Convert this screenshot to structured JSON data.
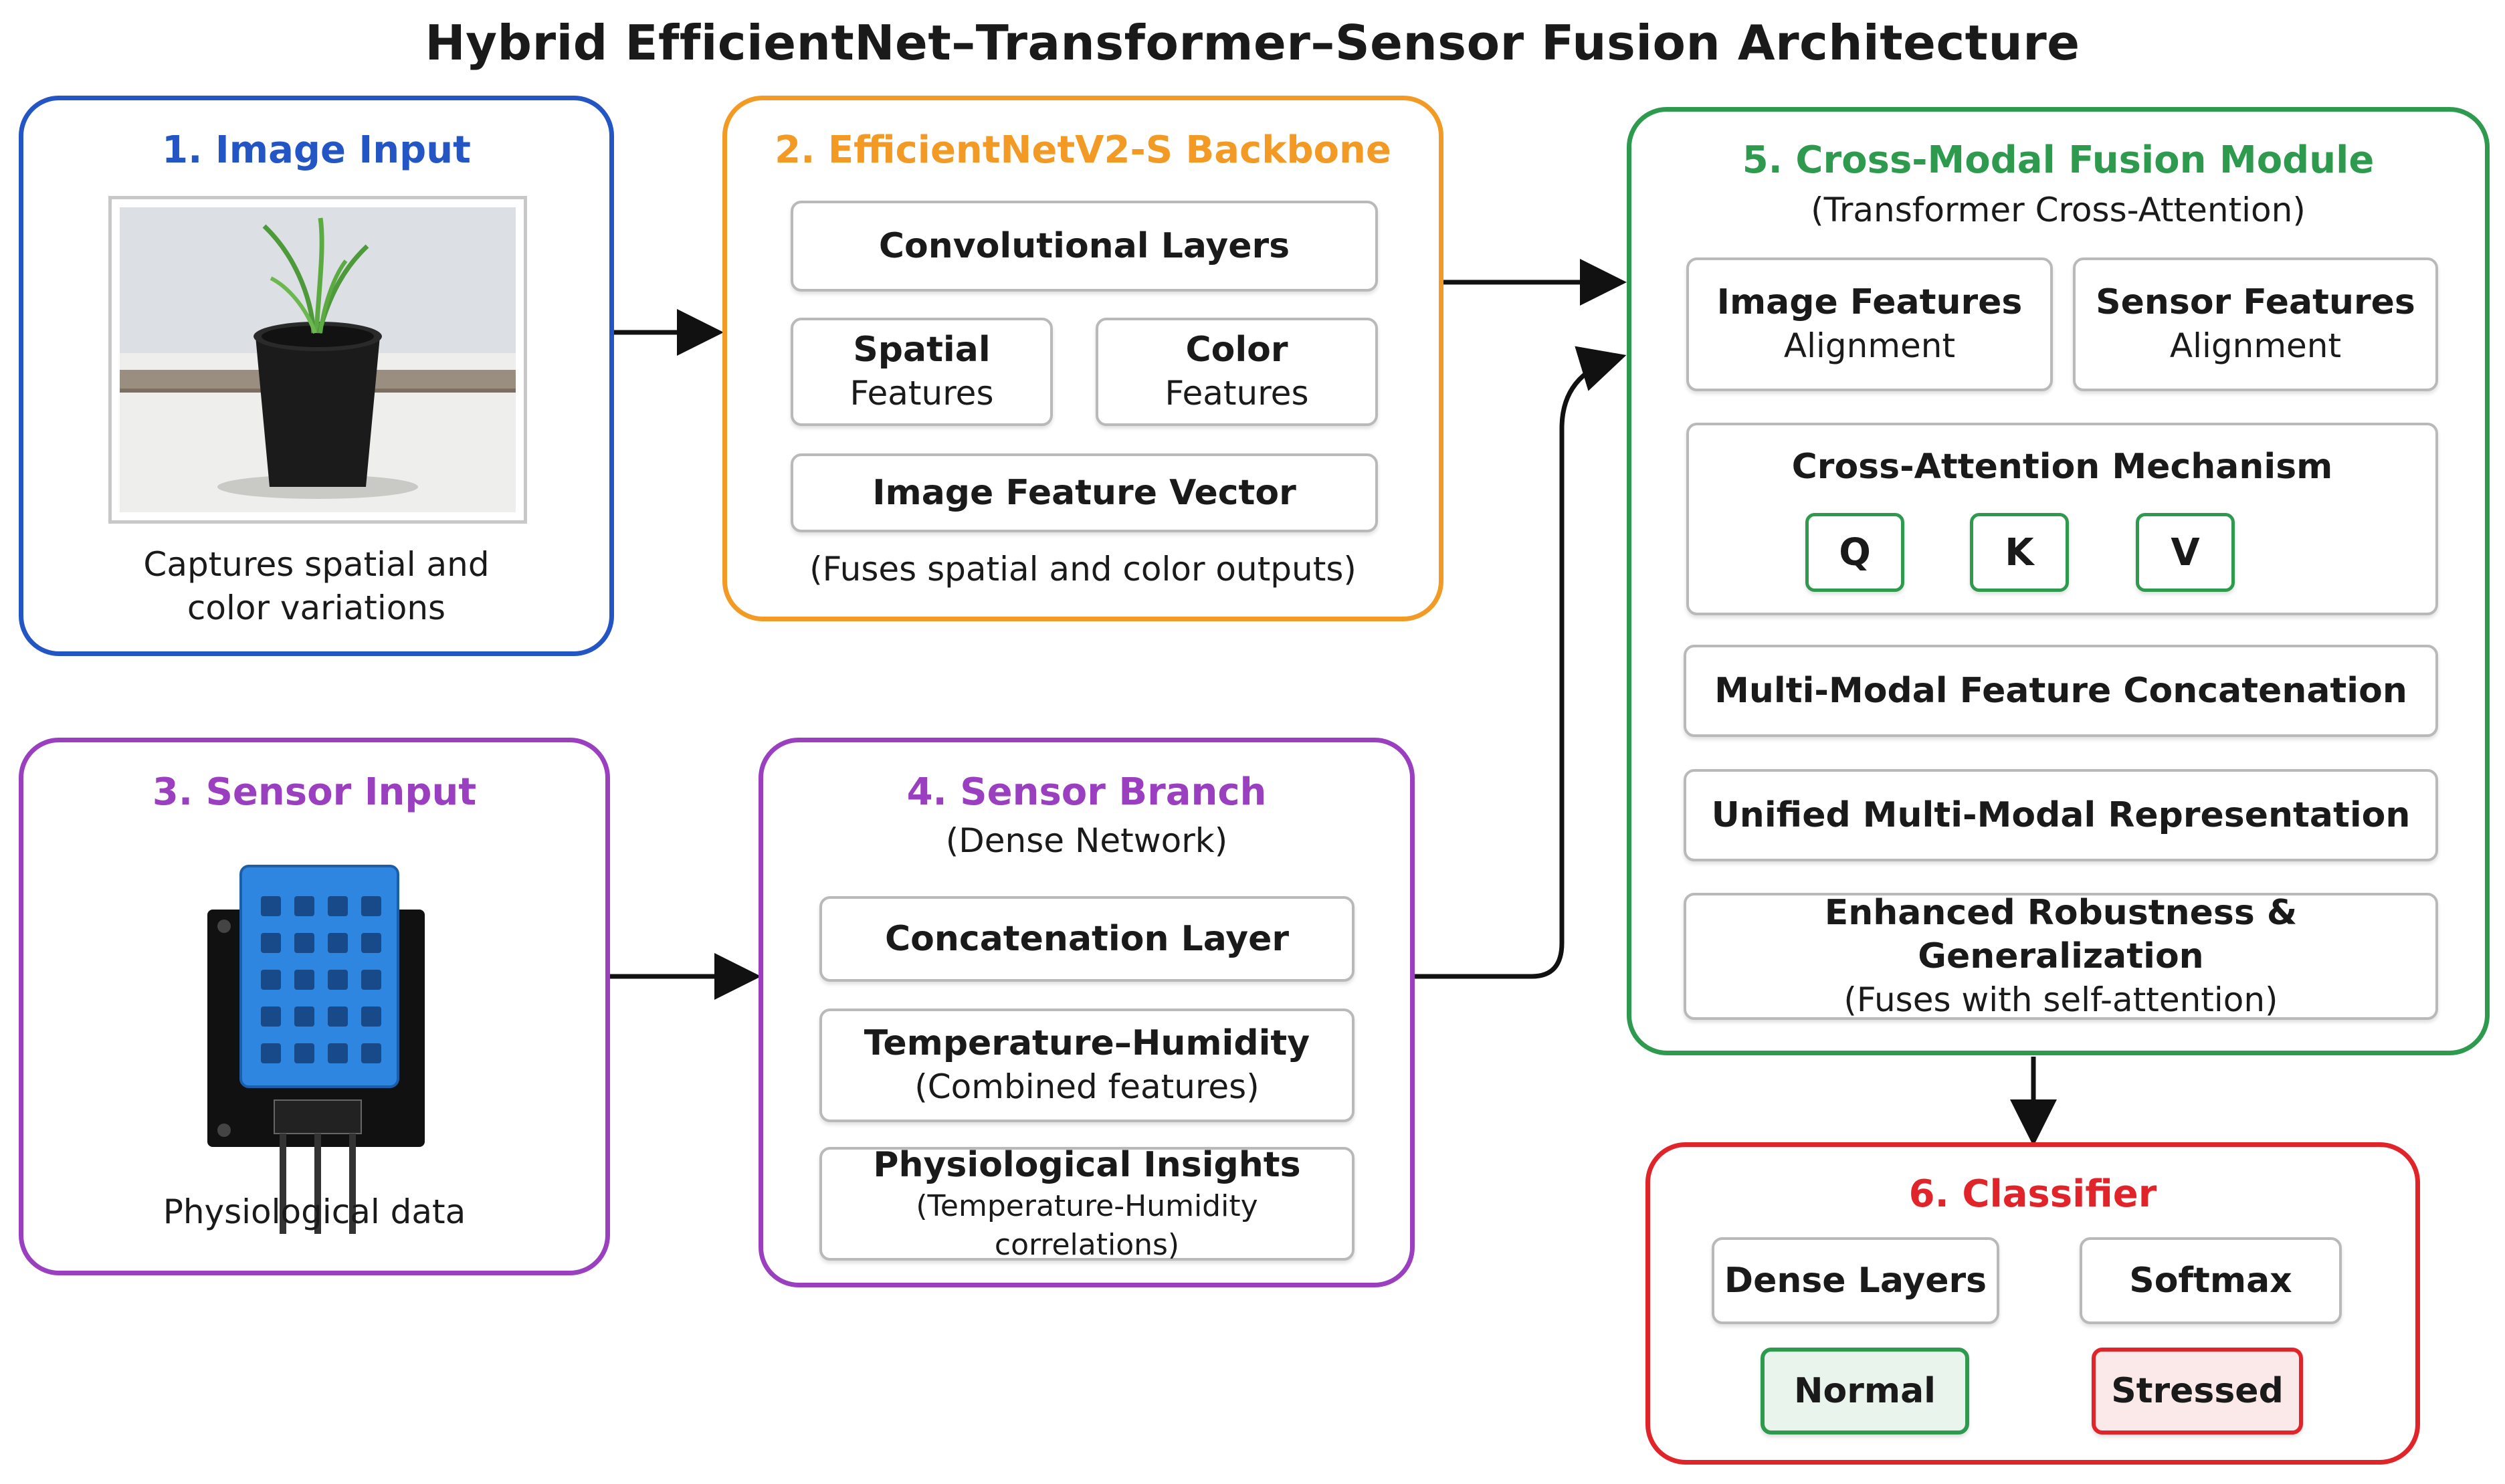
{
  "title": "Hybrid EfficientNet–Transformer–Sensor Fusion Architecture",
  "colors": {
    "image_input": "#2356c4",
    "backbone": "#f39a25",
    "sensor": "#9a3fbf",
    "fusion": "#2e9a4e",
    "classifier": "#e0242a"
  },
  "image_input": {
    "title": "1. Image Input",
    "image_icon": "plant-pot-photo",
    "caption_line1": "Captures spatial and",
    "caption_line2": "color variations"
  },
  "backbone": {
    "title": "2. EfficientNetV2-S Backbone",
    "conv": "Convolutional Layers",
    "spatial_title": "Spatial",
    "spatial_sub": "Features",
    "color_title": "Color",
    "color_sub": "Features",
    "vector": "Image Feature Vector",
    "note": "(Fuses spatial and color outputs)"
  },
  "sensor_input": {
    "title": "3. Sensor Input",
    "sensor_icon": "dht11-sensor",
    "caption": "Physiological data"
  },
  "sensor_branch": {
    "title": "4. Sensor Branch",
    "subtitle": "(Dense Network)",
    "concat": "Concatenation Layer",
    "th_title": "Temperature–Humidity",
    "th_sub": "(Combined features)",
    "phys_title": "Physiological Insights",
    "phys_sub": "(Temperature-Humidity correlations)"
  },
  "fusion": {
    "title": "5. Cross-Modal Fusion Module",
    "subtitle": "(Transformer Cross-Attention)",
    "img_align_title": "Image Features",
    "img_align_sub": "Alignment",
    "sen_align_title": "Sensor Features",
    "sen_align_sub": "Alignment",
    "cross_attention": "Cross-Attention Mechanism",
    "q": "Q",
    "k": "K",
    "v": "V",
    "concat": "Multi-Modal Feature Concatenation",
    "unified": "Unified Multi-Modal Representation",
    "robust_title": "Enhanced Robustness & Generalization",
    "robust_sub": "(Fuses with self-attention)"
  },
  "classifier": {
    "title": "6. Classifier",
    "dense": "Dense Layers",
    "softmax": "Softmax",
    "normal": "Normal",
    "stressed": "Stressed"
  }
}
